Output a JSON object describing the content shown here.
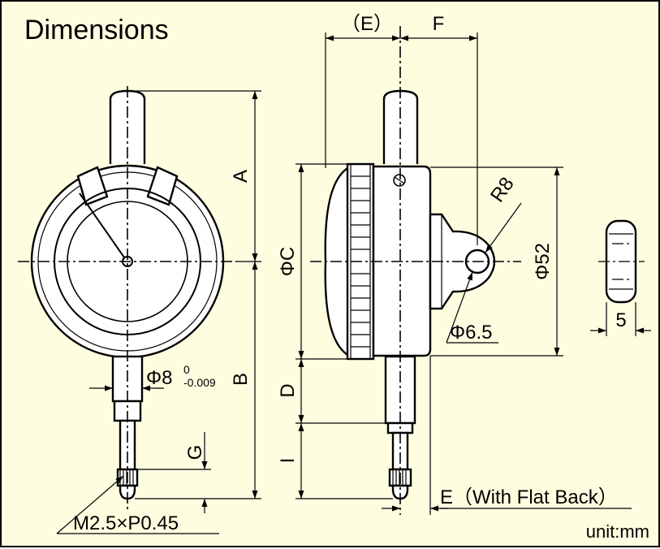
{
  "title": "Dimensions",
  "unit": "unit:mm",
  "labels": {
    "A": "A",
    "B": "B",
    "C": "ΦC",
    "D": "D",
    "I": "I",
    "G": "G",
    "E_paren": "（E）",
    "F": "F",
    "R8": "R8",
    "phi52": "Φ52",
    "phi65": "Φ6.5",
    "five": "5",
    "phi8": "Φ8",
    "tol_upper": "0",
    "tol_lower": "-0.009",
    "thread": "M2.5×P0.45",
    "e_flat": "E（With Flat Back）"
  },
  "colors": {
    "background": "#fffde0",
    "line": "#000000",
    "part_fill": "#ffffff"
  }
}
